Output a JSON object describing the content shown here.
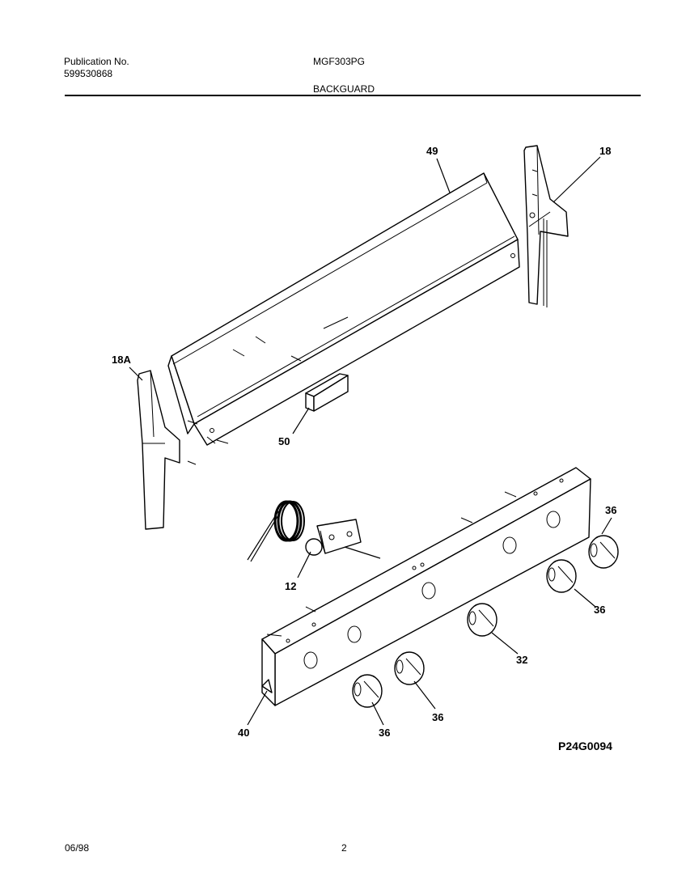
{
  "header": {
    "publication_label": "Publication No.",
    "publication_number": "599530868",
    "model": "MGF303PG",
    "section": "BACKGUARD"
  },
  "diagram": {
    "parts": {
      "p49": "49",
      "p18": "18",
      "p18a": "18A",
      "p50": "50",
      "p12": "12",
      "p36a": "36",
      "p36b": "36",
      "p32": "32",
      "p36c": "36",
      "p36d": "36",
      "p40": "40"
    },
    "drawing_id": "P24G0094"
  },
  "footer": {
    "date": "06/98",
    "page": "2"
  }
}
